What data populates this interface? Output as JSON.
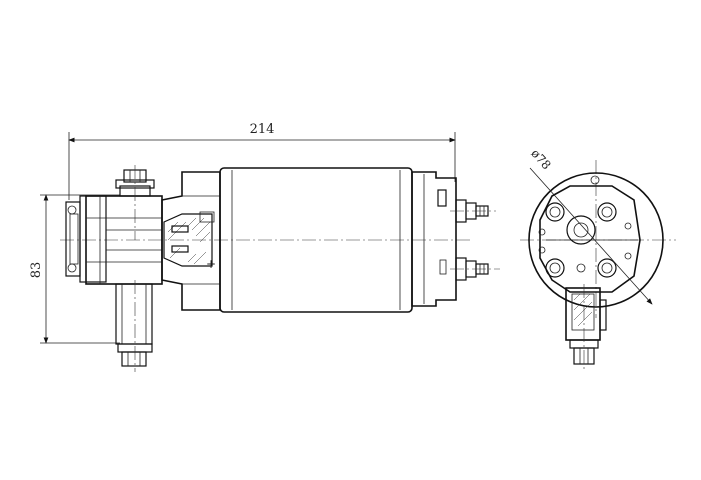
{
  "dimensions": {
    "overall_length": "214",
    "height": "83",
    "diameter": "ø78"
  },
  "markings": {
    "plus": "+"
  }
}
